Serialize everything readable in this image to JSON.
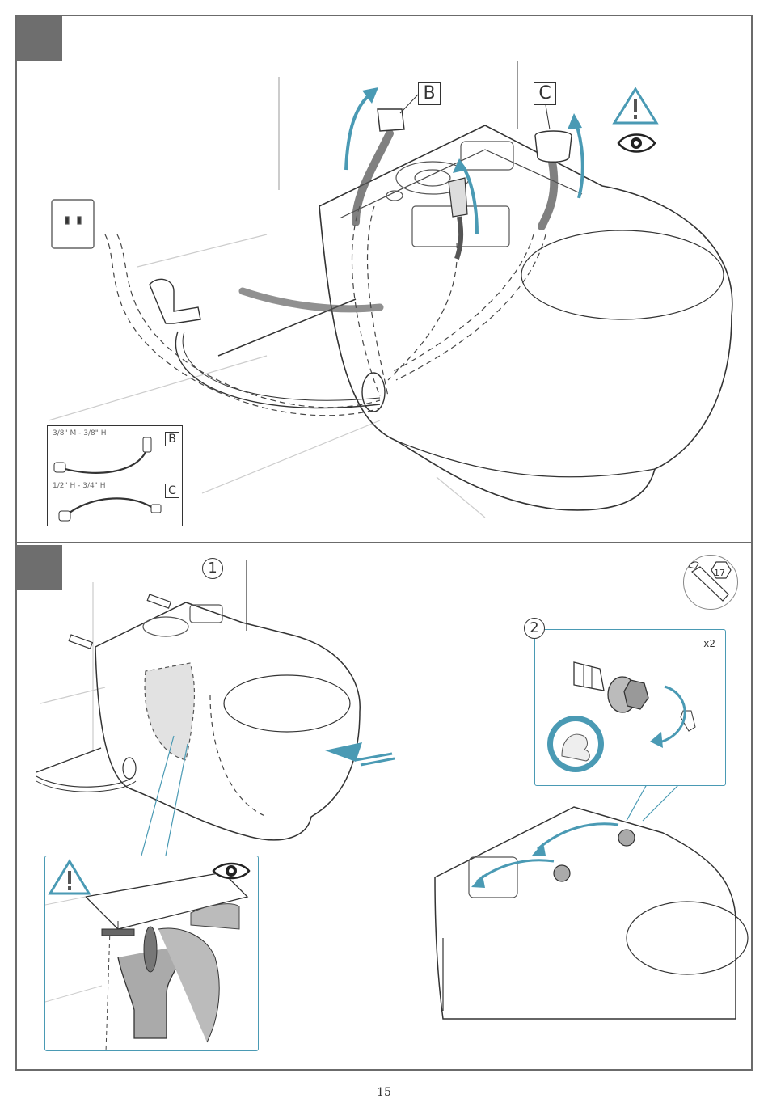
{
  "page_number": "15",
  "panel_top": {
    "callout_b": "B",
    "callout_c": "C",
    "hose_legend": {
      "row_b": {
        "spec": "3/8\" M - 3/8\" H",
        "tag": "B"
      },
      "row_c": {
        "spec": "1/2\" H - 3/4\" H",
        "tag": "C"
      }
    }
  },
  "panel_bottom": {
    "step_1": "1",
    "step_2": "2",
    "tool_size": "17",
    "quantity": "x2"
  },
  "colors": {
    "accent": "#4a9ab4",
    "frame": "#6b6b6b",
    "step_block": "#6e6e6e"
  },
  "icons": [
    "warning-icon",
    "eye-icon",
    "wrench-icon",
    "strength-arm-icon",
    "rotate-arrow-icon"
  ]
}
